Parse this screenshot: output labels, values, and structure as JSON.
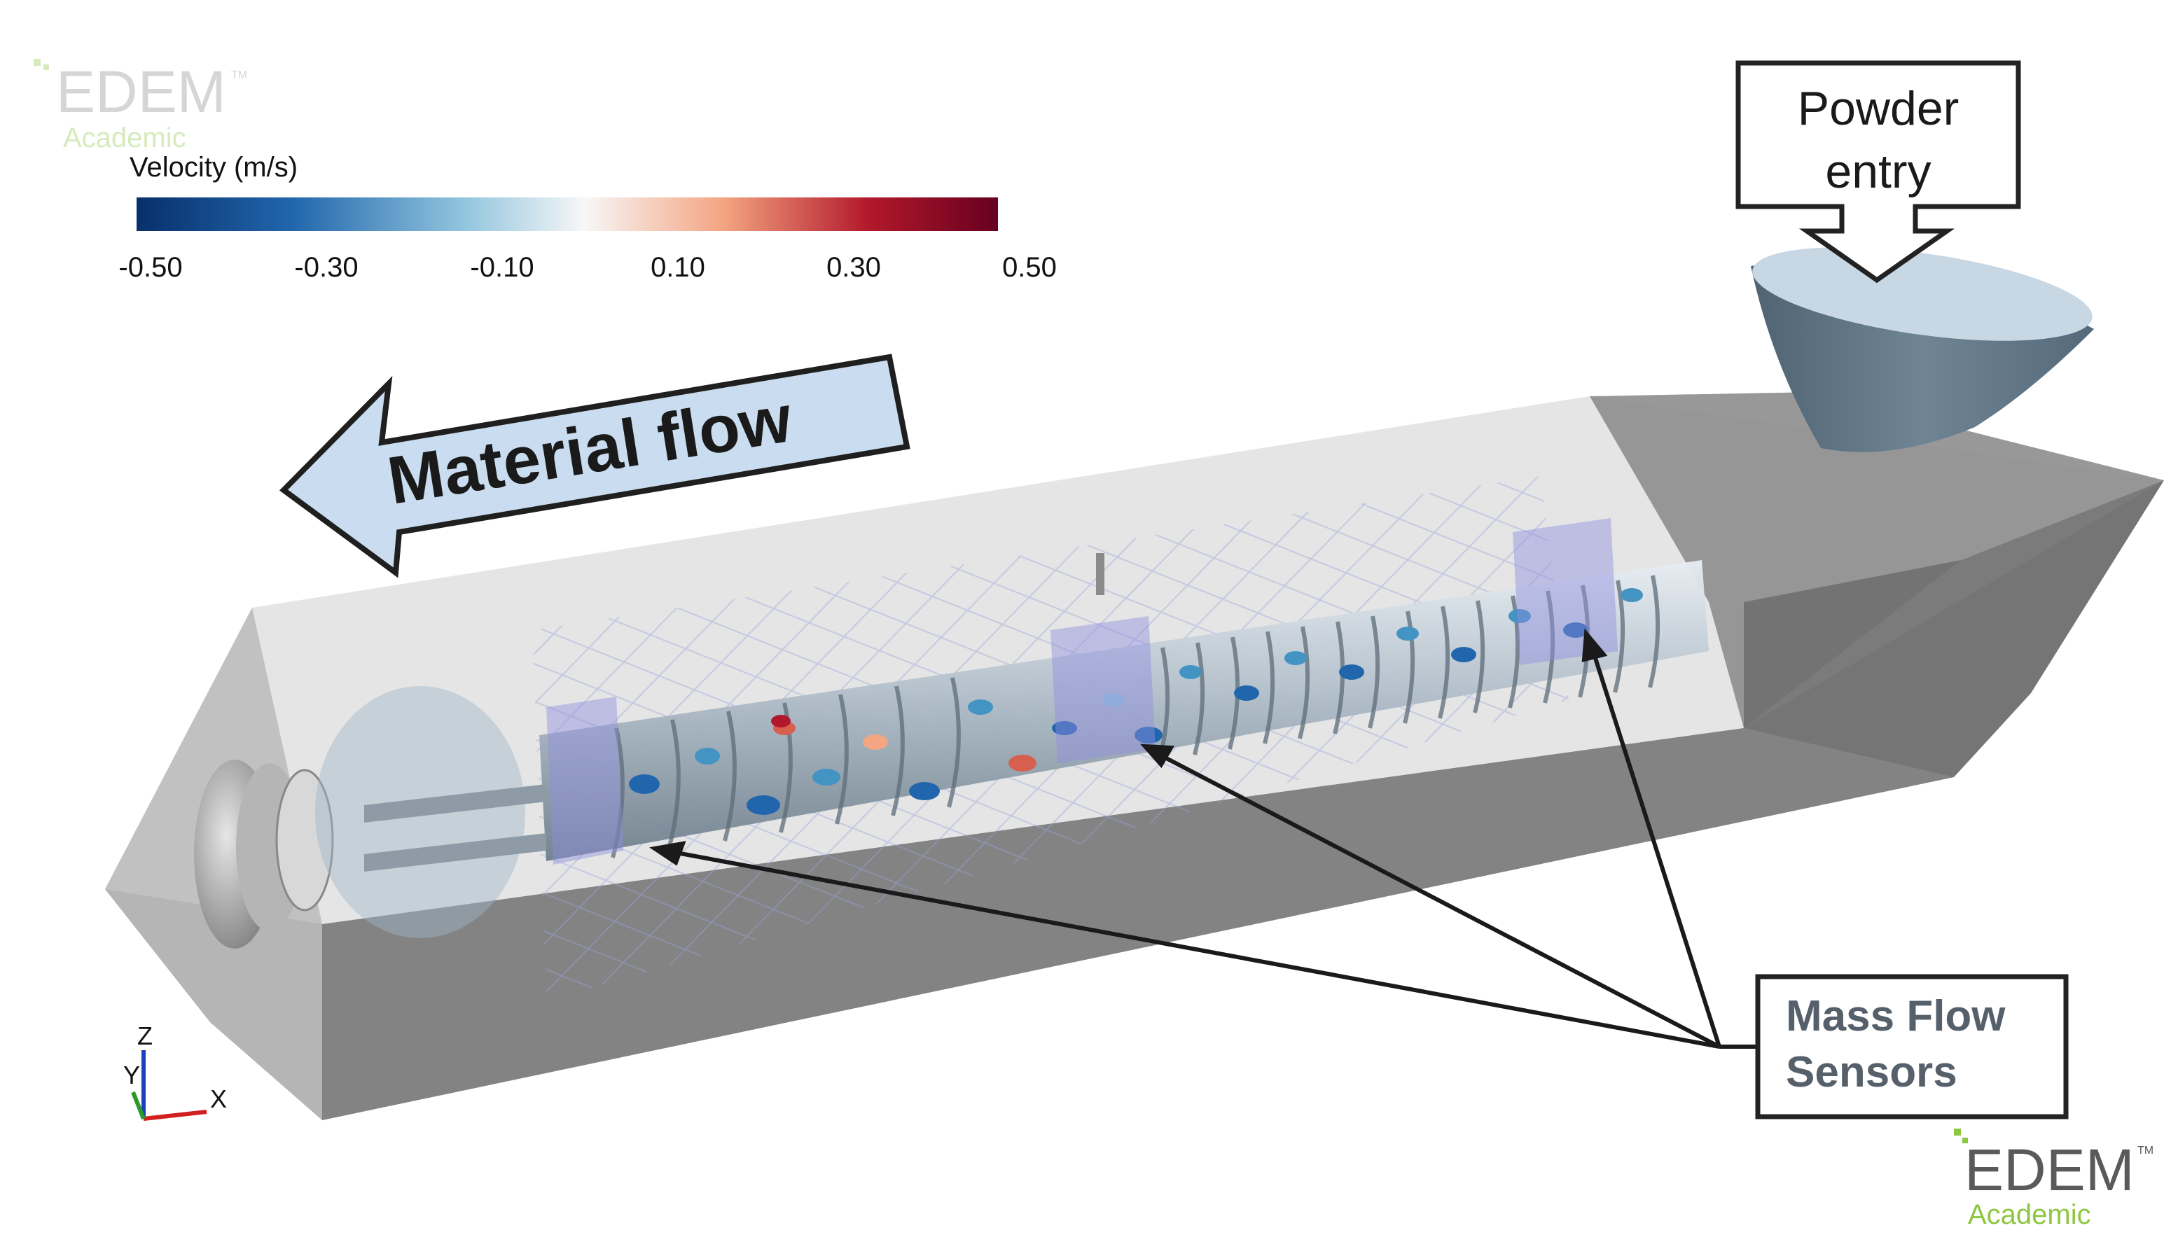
{
  "watermark_top": {
    "brand": "EDEM",
    "tm": "TM",
    "sub": "Academic"
  },
  "watermark_bottom": {
    "brand": "EDEM",
    "tm": "TM",
    "sub": "Academic"
  },
  "colorbar": {
    "title": "Velocity (m/s)",
    "ticks": [
      "-0.50",
      "-0.30",
      "-0.10",
      "0.10",
      "0.30",
      "0.50"
    ],
    "colors": [
      "#08306b",
      "#2166ac",
      "#92c5de",
      "#f7f7f7",
      "#f4a582",
      "#b2182b",
      "#67001f"
    ]
  },
  "callouts": {
    "material_flow": "Material flow",
    "powder_entry_line1": "Powder",
    "powder_entry_line2": "entry",
    "sensors_line1": "Mass Flow",
    "sensors_line2": "Sensors"
  },
  "axes": {
    "z": "Z",
    "y": "Y",
    "x": "X"
  },
  "colors": {
    "housing": "#bdbdbd",
    "housing_dark": "#8a8a8a",
    "arrow_fill": "#c9dcf0",
    "hopper": "#5f7382",
    "sensor": "#8f8fe0",
    "brand_green": "#8dc63f"
  }
}
